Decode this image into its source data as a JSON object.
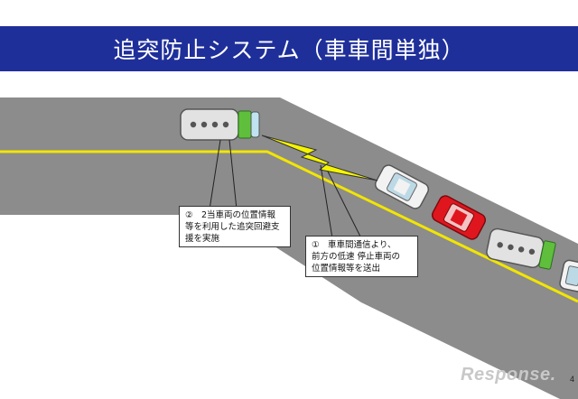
{
  "title": "追突防止システム（車車間単独）",
  "callouts": {
    "onboard": {
      "line1": "②　2当車両の位置情報",
      "line2": "等を利用した追突回避支",
      "line3": "援を実施"
    },
    "v2v": {
      "line1": "①　車車間通信より、",
      "line2": "前方の低速 停止車両の",
      "line3": "位置情報等を送出"
    }
  },
  "page_number": "4",
  "watermark": "Response.",
  "colors": {
    "title_bar": "#1f2f9a",
    "road": "#8c8c8c",
    "lane_line": "#f2e500",
    "alert_car": "#e0161e",
    "signal_bolt": "#f5f500"
  }
}
